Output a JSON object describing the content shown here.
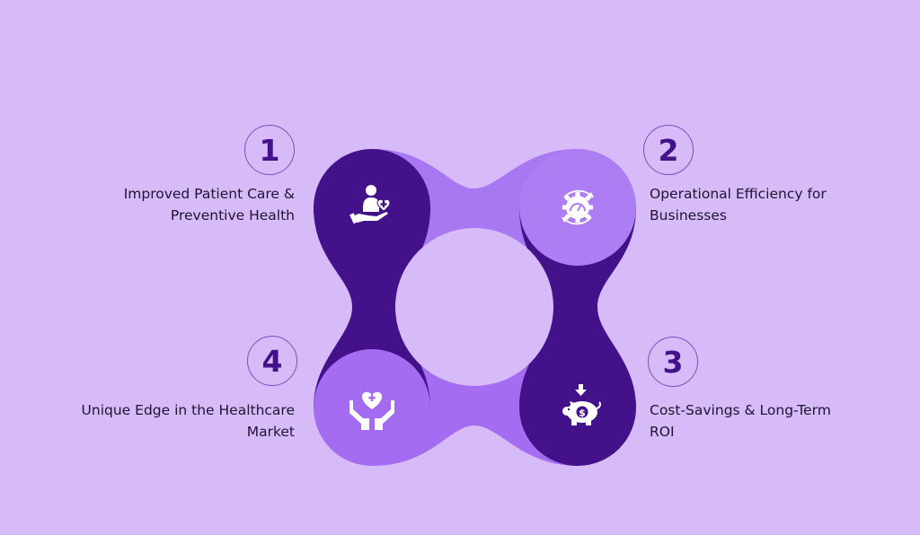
{
  "colors": {
    "background": "#d6bbf8",
    "dark_purple": "#43128a",
    "light_purple": "#a46cf0",
    "number_color": "#43128a",
    "text_color": "#1e1433"
  },
  "items": [
    {
      "number": "1",
      "title_line1": "Improved Patient Care &",
      "title_line2": "Preventive Health",
      "icon": "hand-holding-person-heart-icon"
    },
    {
      "number": "2",
      "title_line1": "Operational Efficiency for",
      "title_line2": "Businesses",
      "icon": "gear-gauge-cycle-icon"
    },
    {
      "number": "3",
      "title_line1": "Cost-Savings & Long-Term",
      "title_line2": "ROI",
      "icon": "piggy-bank-dollar-icon"
    },
    {
      "number": "4",
      "title_line1": "Unique Edge in the Healthcare",
      "title_line2": "Market",
      "icon": "hands-holding-heart-plus-icon"
    }
  ]
}
